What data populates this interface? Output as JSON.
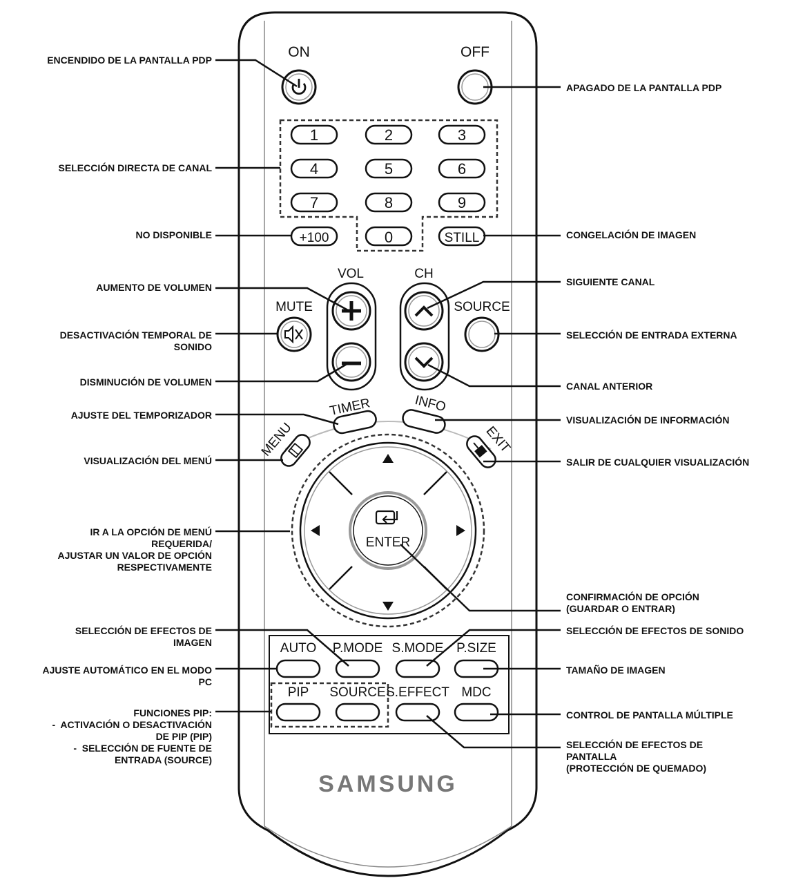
{
  "remote": {
    "on": "ON",
    "off": "OFF",
    "digits": [
      "1",
      "2",
      "3",
      "4",
      "5",
      "6",
      "7",
      "8",
      "9"
    ],
    "plus100": "+100",
    "zero": "0",
    "still": "STILL",
    "vol": "VOL",
    "ch": "CH",
    "mute": "MUTE",
    "source": "SOURCE",
    "timer": "TIMER",
    "info": "INFO",
    "menu": "MENU",
    "exit": "EXIT",
    "enter": "ENTER",
    "auto": "AUTO",
    "pmode": "P.MODE",
    "smode": "S.MODE",
    "psize": "P.SIZE",
    "pip": "PIP",
    "source2": "SOURCE",
    "seffect": "S.EFFECT",
    "mdc": "MDC",
    "brand": "SAMSUNG"
  },
  "left_labels": {
    "power_on": "ENCENDIDO DE LA PANTALLA PDP",
    "direct_channel": "SELECCIÓN DIRECTA DE CANAL",
    "not_available": "NO DISPONIBLE",
    "vol_up": "AUMENTO DE VOLUMEN",
    "mute": "DESACTIVACIÓN TEMPORAL DE\nSONIDO",
    "vol_down": "DISMINUCIÓN DE VOLUMEN",
    "timer": "AJUSTE DEL TEMPORIZADOR",
    "menu": "VISUALIZACIÓN DEL MENÚ",
    "navigate": "IR A LA OPCIÓN DE MENÚ\nREQUERIDA/\nAJUSTAR UN VALOR DE OPCIÓN\nRESPECTIVAMENTE",
    "pmode": "SELECCIÓN DE EFECTOS DE\nIMAGEN",
    "auto": "AJUSTE AUTOMÁTICO EN EL MODO\nPC",
    "pip": "FUNCIONES PIP:\n-  ACTIVACIÓN O DESACTIVACIÓN\nDE PIP (PIP)\n-  SELECCIÓN DE FUENTE DE\nENTRADA (SOURCE)"
  },
  "right_labels": {
    "power_off": "APAGADO DE LA PANTALLA PDP",
    "still": "CONGELACIÓN DE IMAGEN",
    "ch_up": "SIGUIENTE CANAL",
    "source": "SELECCIÓN DE ENTRADA EXTERNA",
    "ch_down": "CANAL ANTERIOR",
    "info": "VISUALIZACIÓN DE INFORMACIÓN",
    "exit": "SALIR DE CUALQUIER VISUALIZACIÓN",
    "enter": "CONFIRMACIÓN DE OPCIÓN\n(GUARDAR O ENTRAR)",
    "smode": "SELECCIÓN DE EFECTOS DE SONIDO",
    "psize": "TAMAÑO DE IMAGEN",
    "mdc": "CONTROL DE PANTALLA MÚLTIPLE",
    "seffect": "SELECCIÓN DE EFECTOS DE\nPANTALLA\n(PROTECCIÓN DE QUEMADO)"
  }
}
